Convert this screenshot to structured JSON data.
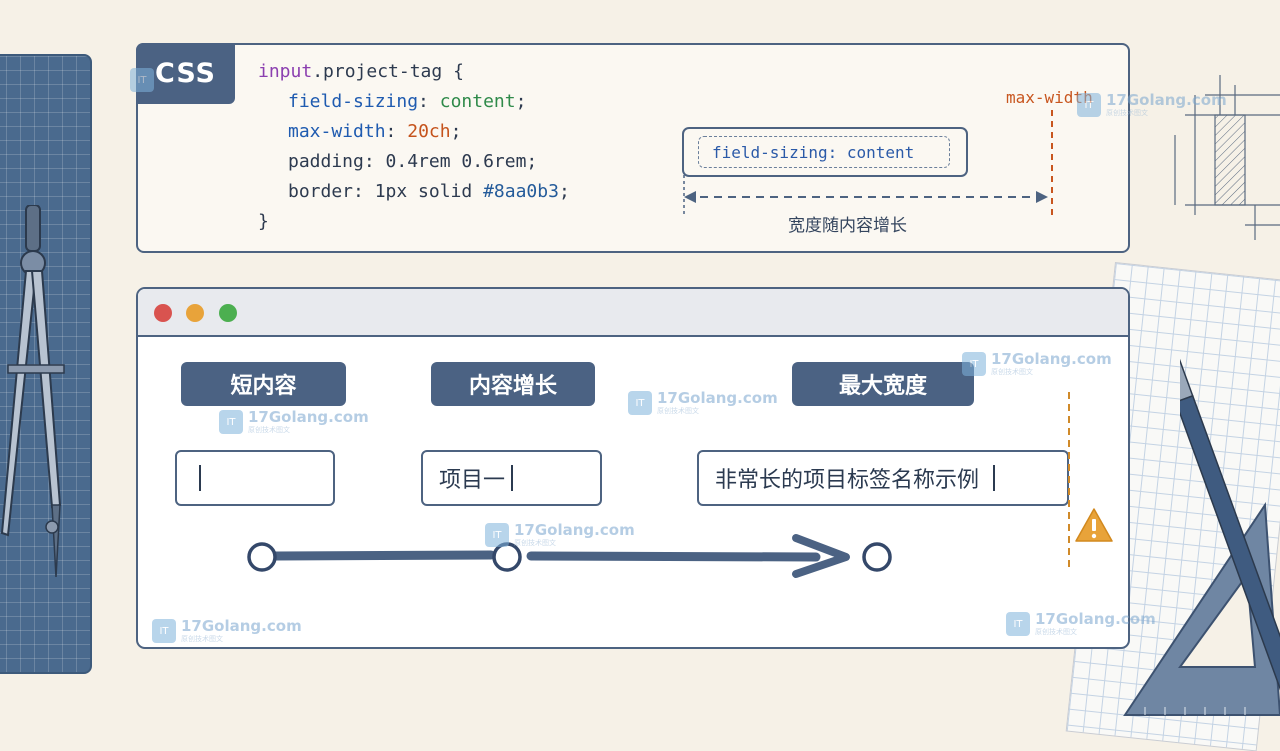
{
  "code_panel": {
    "badge": "CSS",
    "selector_kw": "input",
    "selector_rest": ".project-tag {",
    "line1_prop": "field-sizing",
    "line1_val": "content",
    "line2_prop": "max-width",
    "line2_val": "20ch",
    "line3": "padding: 0.4rem 0.6rem;",
    "line4_prop": "border: 1px solid ",
    "line4_hex": "#8aa0b3",
    "close": "}",
    "demo_text": "field-sizing: content",
    "max_width_label": "max-width",
    "grow_label": "宽度随内容增长"
  },
  "browser": {
    "dots": [
      "#d9534f",
      "#e8a33a",
      "#4caf50"
    ],
    "labels": [
      "短内容",
      "内容增长",
      "最大宽度"
    ],
    "fields": [
      "",
      "项目一",
      "非常长的项目标签名称示例"
    ]
  },
  "watermark": {
    "main": "17Golang.com",
    "sub": "原创技术图文",
    "logo": "IT"
  },
  "colors": {
    "accent": "#4b6283",
    "limit": "#c8561f",
    "warning": "#e8a33a"
  },
  "icons": [
    "warning-icon",
    "compass-icon",
    "pencil-icon",
    "triangle-ruler-icon"
  ]
}
